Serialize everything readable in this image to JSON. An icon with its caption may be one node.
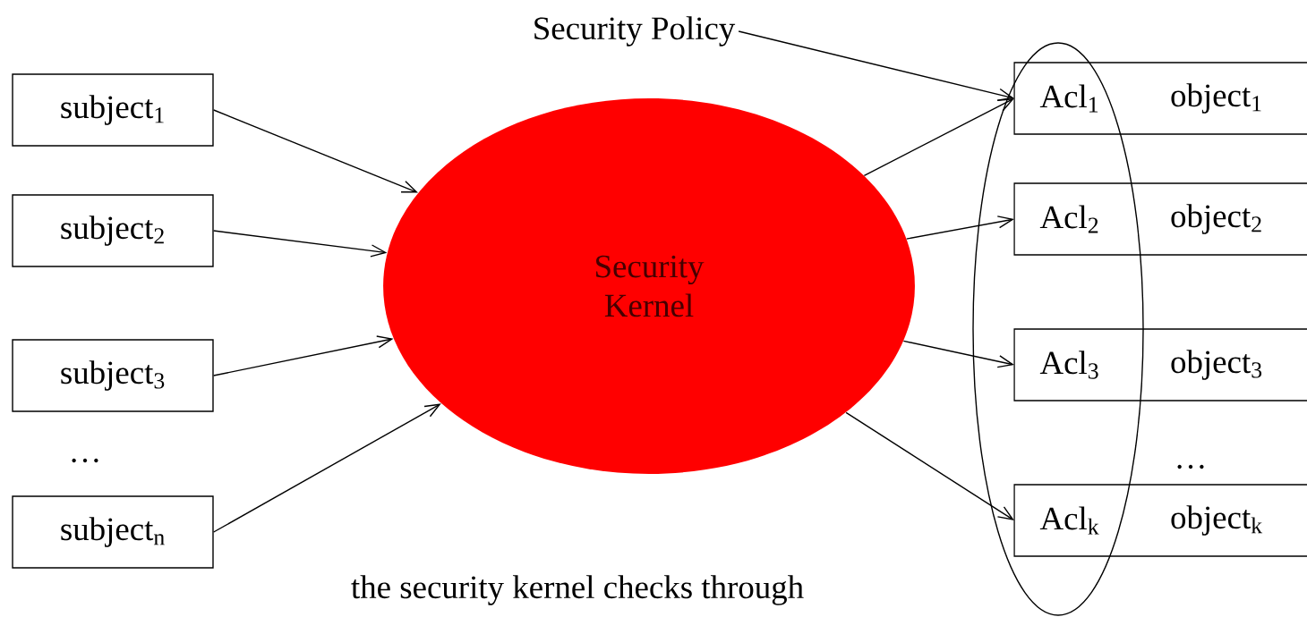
{
  "diagram": {
    "caption": "the security kernel checks through",
    "nodes": [
      {
        "text": [
          "subject$_{1}$"
        ]
      },
      {
        "text": [
          "subject$_{2}$"
        ]
      },
      {
        "text": [
          "subject$_{3}$"
        ]
      },
      {
        "text": [
          "subject$_{n}$"
        ]
      },
      {
        "text": [
          "Security Kernel"
        ]
      },
      {
        "text": [
          "Security Policy"
        ]
      },
      {
        "text": [
          "Acl$_{1}$",
          "object$_{1}$"
        ]
      },
      {
        "text": [
          "Acl$_{2}$",
          "object$_{2}$"
        ]
      },
      {
        "text": [
          "Acl$_{3}$",
          "object$_{3}$"
        ]
      },
      {
        "text": [
          "Acl$_{k}$",
          "object$_{k}$"
        ]
      }
    ],
    "edges": [
      {
        "from": 0,
        "to": 4,
        "arrow": "to"
      },
      {
        "from": 1,
        "to": 4,
        "arrow": "to"
      },
      {
        "from": 2,
        "to": 4,
        "arrow": "to"
      },
      {
        "from": 3,
        "to": 4,
        "arrow": "to"
      },
      {
        "from": 5,
        "to": 6,
        "arrow": "to"
      },
      {
        "from": 4,
        "to": 6,
        "arrow": "to"
      },
      {
        "from": 4,
        "to": 7,
        "arrow": "to"
      },
      {
        "from": 4,
        "to": 8,
        "arrow": "to"
      },
      {
        "from": 4,
        "to": 9,
        "arrow": "to"
      }
    ],
    "labels": [
      "…",
      "…"
    ]
  }
}
